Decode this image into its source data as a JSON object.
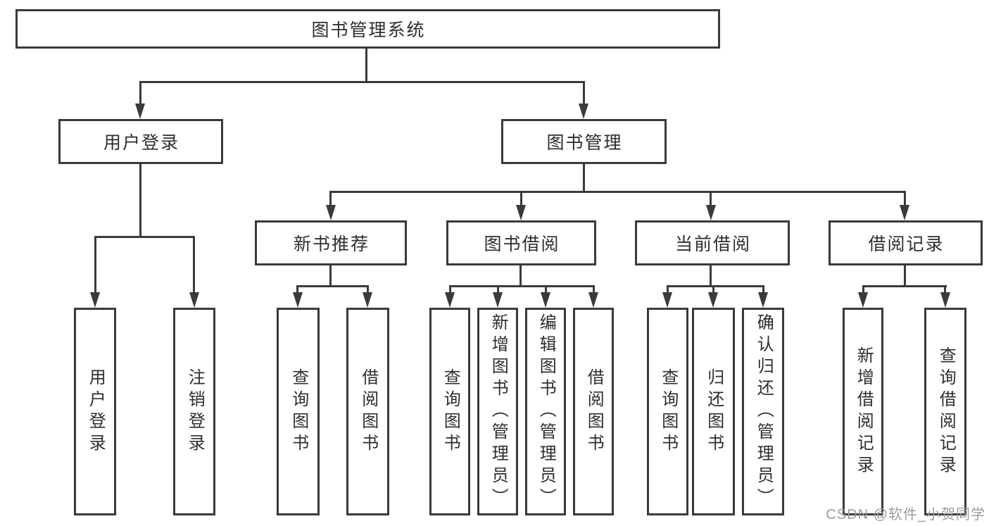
{
  "diagram": {
    "root": {
      "label": "图书管理系统"
    },
    "level2": {
      "user_login": {
        "label": "用户登录"
      },
      "book_mgmt": {
        "label": "图书管理"
      }
    },
    "level3": {
      "new_book": {
        "label": "新书推荐"
      },
      "book_borrow": {
        "label": "图书借阅"
      },
      "current_borrow": {
        "label": "当前借阅"
      },
      "borrow_records": {
        "label": "借阅记录"
      }
    },
    "leaves": {
      "login": {
        "label": "用户登录"
      },
      "logout": {
        "label": "注销登录"
      },
      "nb_query": {
        "label": "查询图书"
      },
      "nb_borrow": {
        "label": "借阅图书"
      },
      "bb_query": {
        "label": "查询图书"
      },
      "bb_add": {
        "label": "新增图书（管理员）"
      },
      "bb_edit": {
        "label": "编辑图书（管理员）"
      },
      "bb_borrow": {
        "label": "借阅图书"
      },
      "cb_query": {
        "label": "查询图书"
      },
      "cb_return": {
        "label": "归还图书"
      },
      "cb_confirm": {
        "label": "确认归还（管理员）"
      },
      "br_add": {
        "label": "新增借阅记录"
      },
      "br_query": {
        "label": "查询借阅记录"
      }
    }
  },
  "watermark": {
    "text": "CSDN @软件_小贺同学"
  },
  "colors": {
    "line": "#3a3a3a",
    "text": "#2e2e2e",
    "watermark": "#9b9ba1",
    "background": "#ffffff"
  }
}
